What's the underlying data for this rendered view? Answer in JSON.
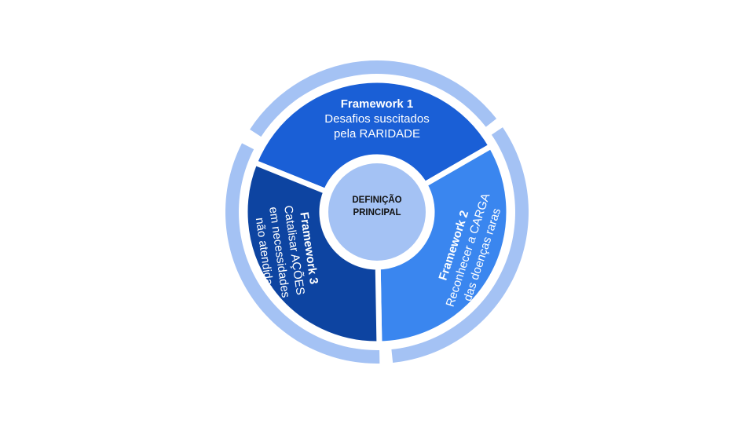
{
  "center": {
    "line1": "DEFINIÇÃO",
    "line2": "PRINCIPAL"
  },
  "frameworks": [
    {
      "title": "Framework 1",
      "lines": [
        "Desafios suscitados",
        "pela RARIDADE"
      ]
    },
    {
      "title": "Framework  2",
      "lines": [
        "Reconhecer a CARGA",
        "das doenças raras"
      ]
    },
    {
      "title": "Framework 3",
      "lines": [
        "Catalisar AÇÕES",
        "em necessidades",
        "não atendidas"
      ]
    }
  ],
  "colors": {
    "outer_ring": "#a4c2f4",
    "framework1": "#1a5fd6",
    "framework2": "#3a86ef",
    "framework3": "#0d44a1",
    "center": "#a4c2f4"
  }
}
